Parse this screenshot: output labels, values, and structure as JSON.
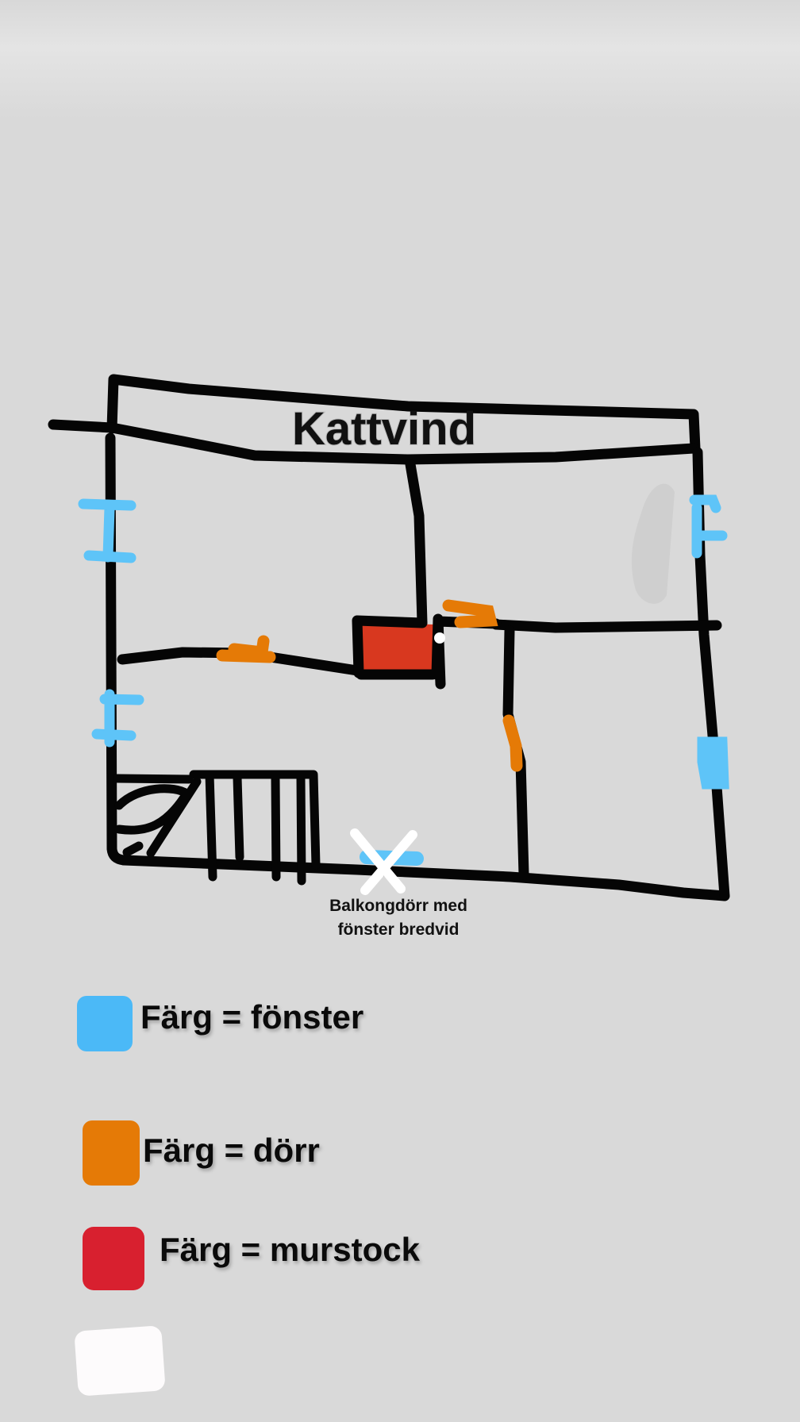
{
  "plan": {
    "street_label": "Kattvind",
    "balcony_note_line1": "Balkongdörr med",
    "balcony_note_line2": "fönster bredvid"
  },
  "legend": [
    {
      "label": "Färg = fönster",
      "color": "#4bb9f7"
    },
    {
      "label": "Färg = dörr",
      "color": "#e57a06"
    },
    {
      "label": "Färg = murstock",
      "color": "#d8202f"
    },
    {
      "label": "",
      "color": "#ffffff"
    }
  ],
  "colors": {
    "background": "#d9d9d9",
    "wall": "#050505",
    "window": "#5ec4f8",
    "door": "#e57a06",
    "chimney": "#d8381f"
  }
}
